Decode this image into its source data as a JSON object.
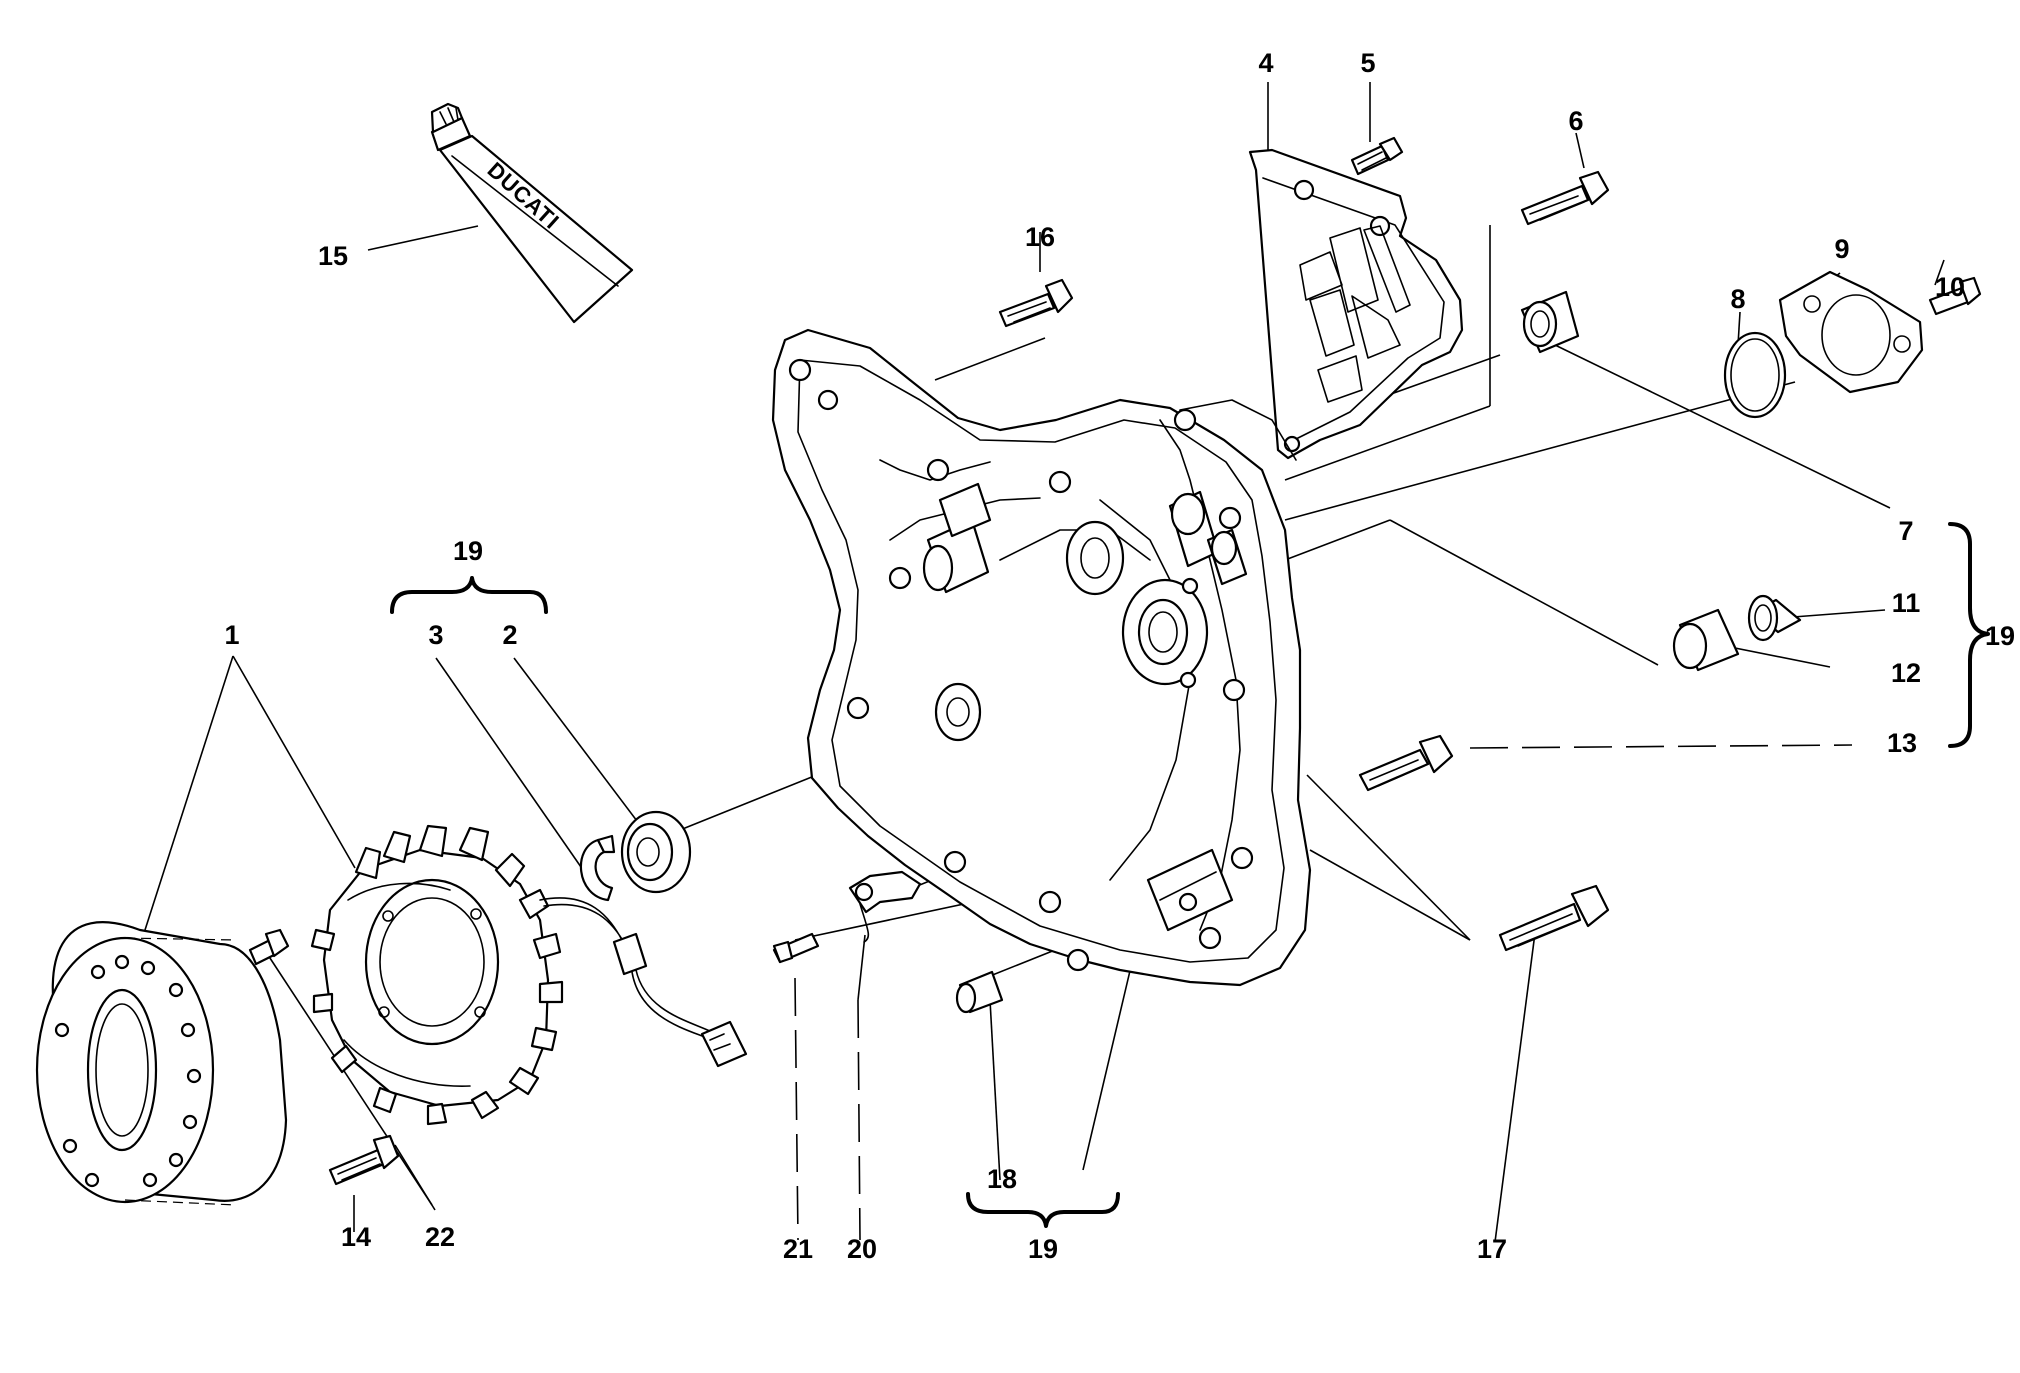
{
  "diagram": {
    "type": "exploded-parts-view",
    "line_color": "#000000",
    "background": "#ffffff",
    "tube_brand": "DUCATI",
    "callouts": {
      "c1": "1",
      "c2": "2",
      "c3": "3",
      "c4": "4",
      "c5": "5",
      "c6": "6",
      "c7": "7",
      "c8": "8",
      "c9": "9",
      "c10": "10",
      "c11": "11",
      "c12": "12",
      "c13": "13",
      "c14": "14",
      "c15": "15",
      "c16": "16",
      "c17": "17",
      "c18": "18",
      "c19_top": "19",
      "c19_right": "19",
      "c19_bottom": "19",
      "c20": "20",
      "c21": "21",
      "c22": "22"
    }
  }
}
